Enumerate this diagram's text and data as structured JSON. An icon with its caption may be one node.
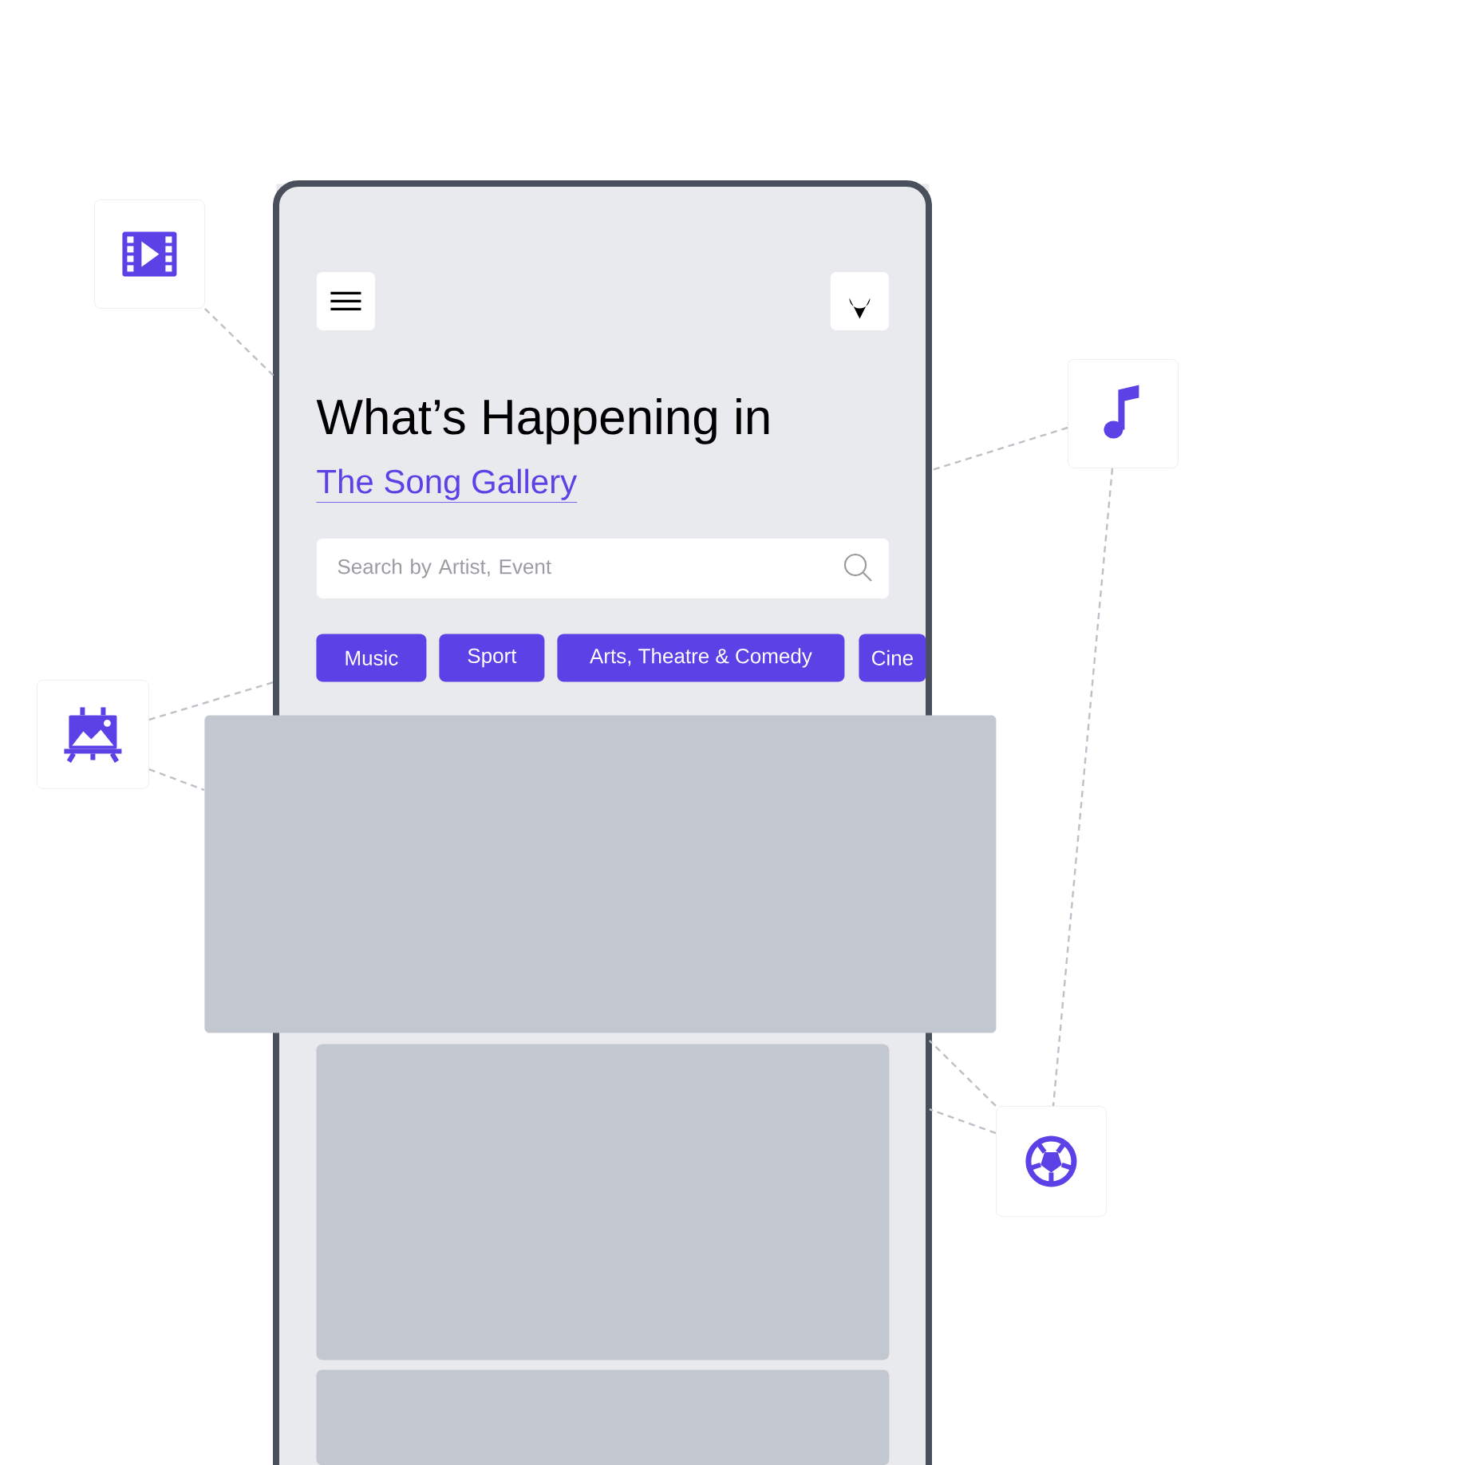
{
  "diagram": {
    "nodes": [
      {
        "text": [],
        "shape": "box"
      },
      {
        "text": [],
        "shape": "picture"
      },
      {
        "text": [],
        "shape": "box",
        "in": 0
      },
      {
        "text": [],
        "shape": "box",
        "in": 0
      },
      {
        "text": [],
        "shape": "picture"
      },
      {
        "text": [
          "Search by Artist, Event"
        ],
        "in": 0
      },
      {
        "text": [
          "Music"
        ],
        "in": 0
      },
      {
        "text": [
          "Sport"
        ],
        "in": 0
      },
      {
        "text": [
          "Arts, Theatre & Comedy"
        ],
        "in": 0
      },
      {
        "text": [
          "Cine"
        ],
        "in": 0
      },
      {
        "text": [],
        "shape": "picture"
      },
      {
        "text": [],
        "shape": "box"
      },
      {
        "text": [],
        "shape": "box",
        "in": 0
      },
      {
        "text": [],
        "shape": "picture"
      },
      {
        "text": [],
        "shape": "box",
        "in": 0
      }
    ],
    "edges": [
      {
        "from": 1,
        "to": 0,
        "arrow": "none",
        "style": "dashed"
      },
      {
        "from": 10,
        "to": 0,
        "arrow": "none",
        "style": "dashed"
      },
      {
        "from": 10,
        "to": 11,
        "arrow": "none",
        "style": "dashed"
      },
      {
        "from": 4,
        "to": 0,
        "arrow": "none",
        "style": "dashed"
      },
      {
        "from": 4,
        "to": 13,
        "arrow": "none",
        "style": "dashed"
      },
      {
        "from": 13,
        "to": 0,
        "arrow": "none",
        "style": "dashed"
      },
      {
        "from": 13,
        "to": 0,
        "arrow": "none",
        "style": "dashed"
      }
    ],
    "labels": [
      "What’s Happening in",
      "The Song Gallery"
    ]
  }
}
